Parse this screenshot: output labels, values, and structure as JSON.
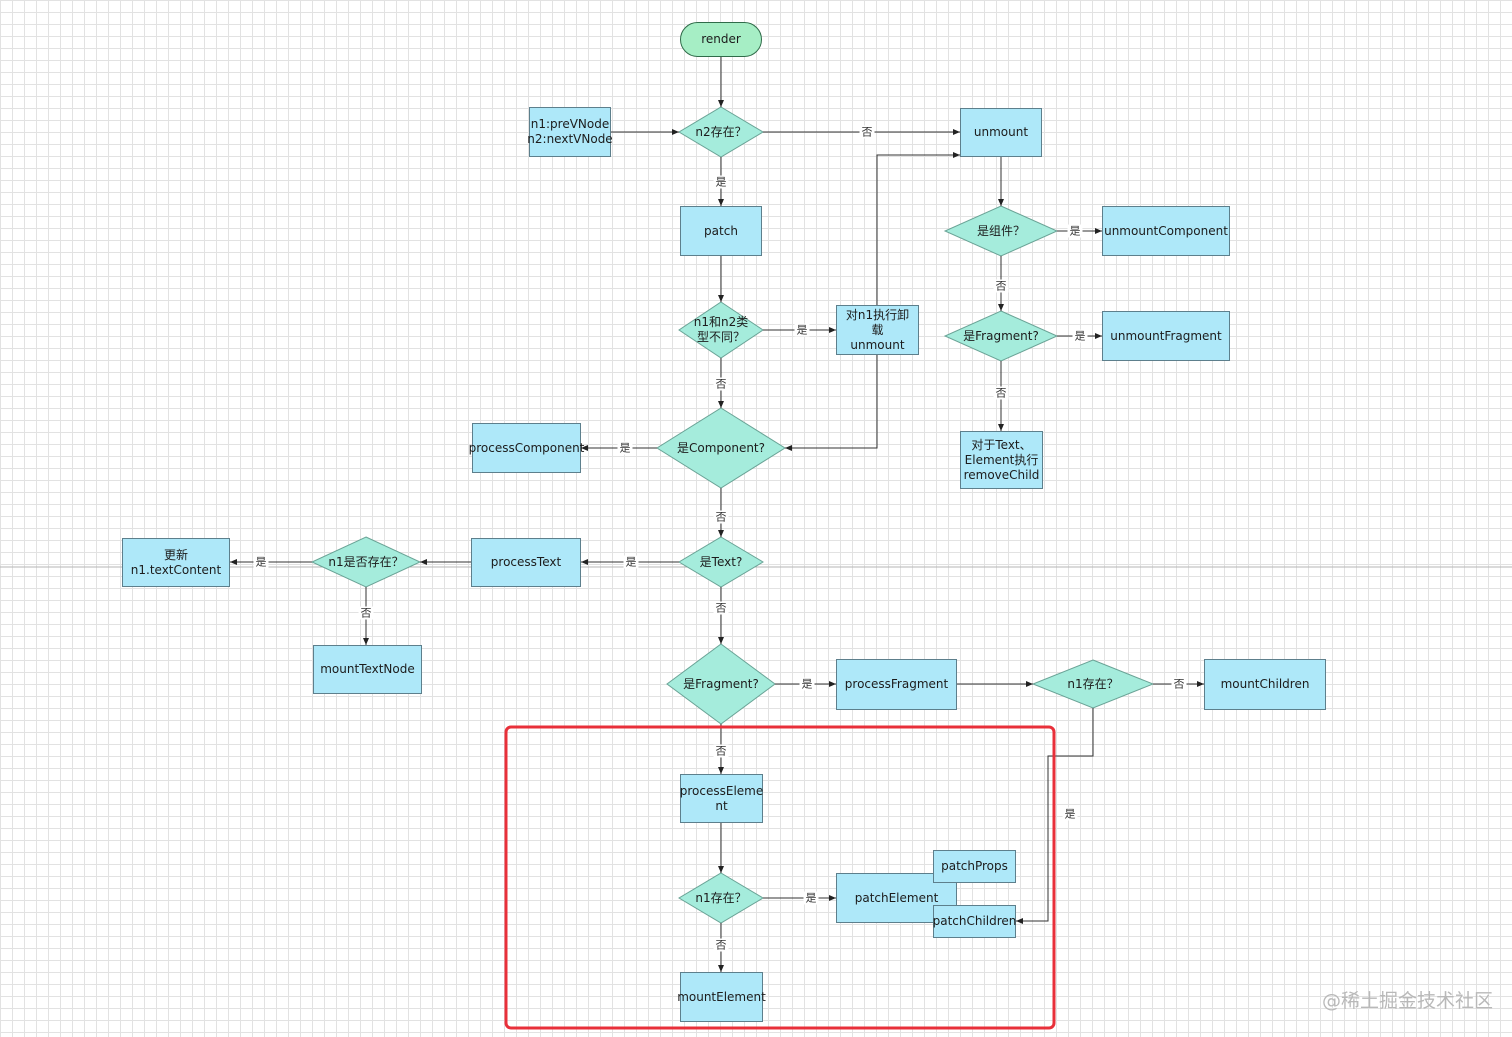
{
  "nodes": {
    "render": "render",
    "input": "n1:preVNode\nn2:nextVNode",
    "d_n2": "n2存在？",
    "unmount": "unmount",
    "patch": "patch",
    "d_is_component_u": "是组件？",
    "unmount_component": "unmountComponent",
    "d_type_diff": "n1和n2类\n型不同？",
    "unmount_n1": "对n1执行卸载\nunmount",
    "d_is_fragment_u": "是Fragment?",
    "unmount_fragment": "unmountFragment",
    "remove_child": "对于Text、\nElement执行\nremoveChild",
    "process_component": "processComponent",
    "d_is_component": "是Component?",
    "update_text": "更新n1.textContent",
    "d_n1_exists_text": "n1是否存在？",
    "process_text": "processText",
    "d_is_text": "是Text?",
    "mount_text_node": "mountTextNode",
    "d_is_fragment": "是Fragment?",
    "process_fragment": "processFragment",
    "d_n1_exists_frag": "n1存在？",
    "mount_children": "mountChildren",
    "process_element": "processEleme\nnt",
    "d_n1_exists_el": "n1存在？",
    "patch_element": "patchElement",
    "patch_props": "patchProps",
    "patch_children": "patchChildren",
    "mount_element": "mountElement"
  },
  "edge_labels": {
    "n2_no": "否",
    "n2_yes": "是",
    "comp_u_yes": "是",
    "comp_u_no": "否",
    "type_yes": "是",
    "type_no": "否",
    "frag_u_yes": "是",
    "frag_u_no": "否",
    "component_yes": "是",
    "component_no": "否",
    "text_yes": "是",
    "text_no": "否",
    "n1_text_yes": "是",
    "n1_text_no": "否",
    "fragment_yes": "是",
    "fragment_no": "否",
    "n1_frag_no": "否",
    "n1_frag_yes": "是",
    "n1_el_yes": "是",
    "n1_el_no": "否"
  },
  "colors": {
    "process_fill": "#aee8f9",
    "decision_fill": "#a5ecdc",
    "start_fill": "#a6eec5",
    "highlight": "#e8303a"
  },
  "watermark": "@稀土掘金技术社区"
}
